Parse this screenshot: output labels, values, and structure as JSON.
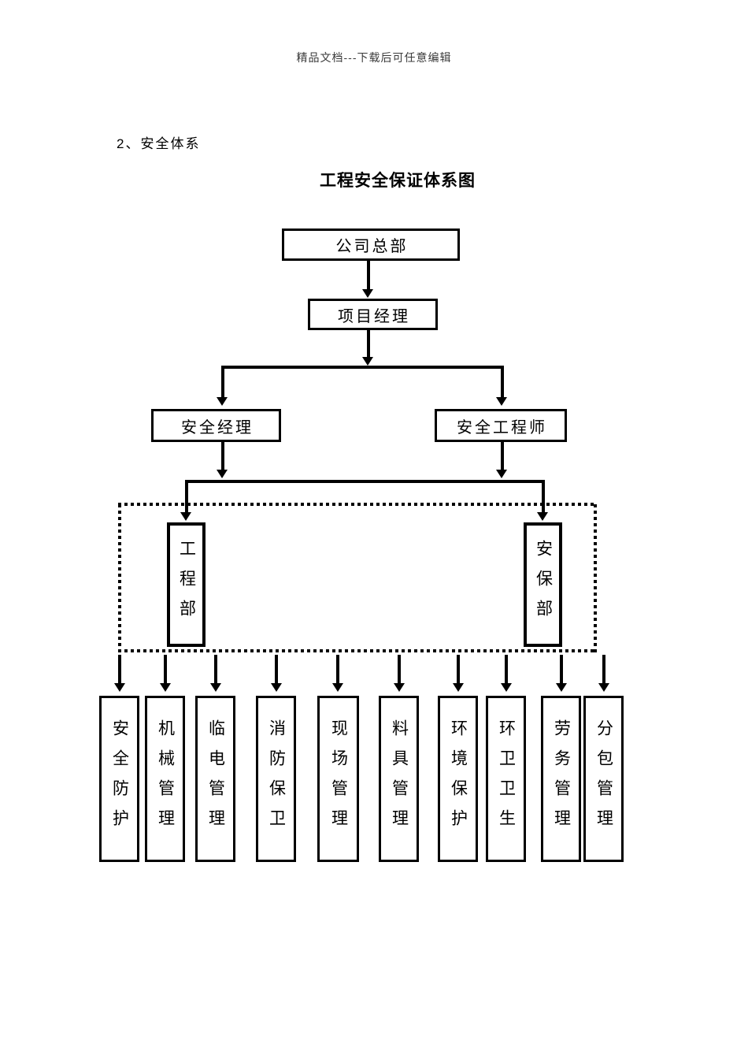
{
  "page": {
    "watermark": "精品文档---下载后可任意编辑",
    "section_heading": "2、安全体系",
    "diagram_title": "工程安全保证体系图"
  },
  "diagram": {
    "nodes": {
      "headquarters": "公司总部",
      "project_manager": "项目经理",
      "safety_manager": "安全经理",
      "safety_engineer": "安全工程师",
      "engineering_dept": "工程部",
      "security_dept": "安保部"
    },
    "bottom_boxes": [
      "安全防护",
      "机械管理",
      "临电管理",
      "消防保卫",
      "现场管理",
      "料具管理",
      "环境保护",
      "环卫卫生",
      "劳务管理",
      "分包管理"
    ]
  },
  "colors": {
    "line": "#000000",
    "text": "#000000",
    "watermark_text": "#3a3a3a",
    "background": "#ffffff"
  }
}
